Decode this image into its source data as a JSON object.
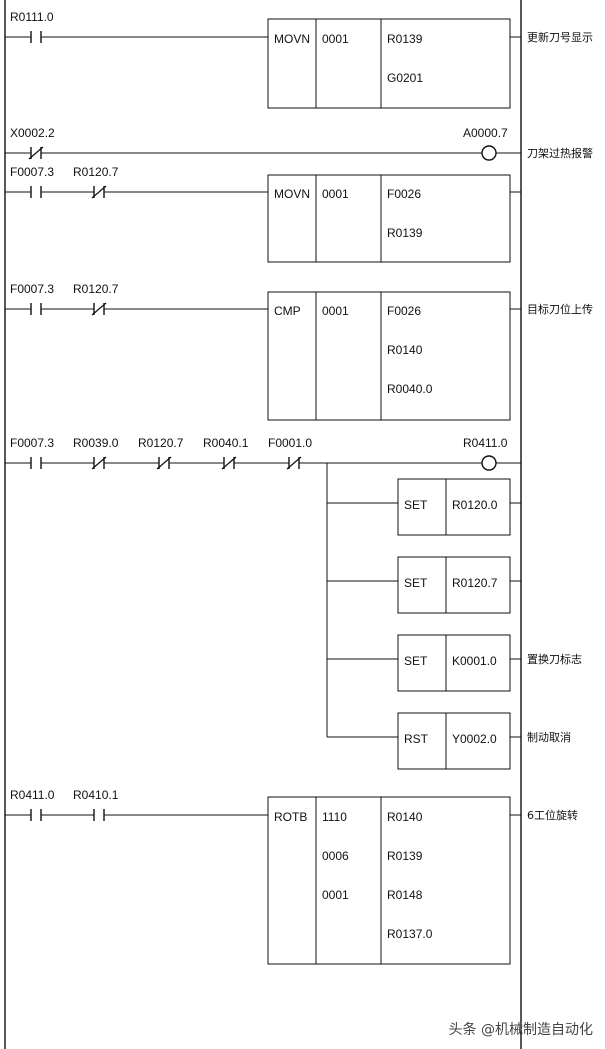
{
  "rungs": [
    {
      "contacts": [
        {
          "label": "R0111.0",
          "type": "NO"
        }
      ],
      "block": {
        "cols": [
          [
            "MOVN"
          ],
          [
            "0001"
          ],
          [
            "R0139",
            "G0201"
          ]
        ]
      },
      "comment": "更新刀号显示"
    },
    {
      "contacts": [
        {
          "label": "X0002.2",
          "type": "NC"
        }
      ],
      "coil": {
        "label": "A0000.7"
      },
      "comment": "刀架过热报警"
    },
    {
      "contacts": [
        {
          "label": "F0007.3",
          "type": "NO"
        },
        {
          "label": "R0120.7",
          "type": "NC"
        }
      ],
      "block": {
        "cols": [
          [
            "MOVN"
          ],
          [
            "0001"
          ],
          [
            "F0026",
            "R0139"
          ]
        ]
      },
      "comment": ""
    },
    {
      "contacts": [
        {
          "label": "F0007.3",
          "type": "NO"
        },
        {
          "label": "R0120.7",
          "type": "NC"
        }
      ],
      "block": {
        "cols": [
          [
            "CMP"
          ],
          [
            "0001"
          ],
          [
            "F0026",
            "R0140",
            "R0040.0"
          ]
        ]
      },
      "comment": "目标刀位上传"
    },
    {
      "contacts": [
        {
          "label": "F0007.3",
          "type": "NO"
        },
        {
          "label": "R0039.0",
          "type": "NC"
        },
        {
          "label": "R0120.7",
          "type": "NC"
        },
        {
          "label": "R0040.1",
          "type": "NC"
        },
        {
          "label": "F0001.0",
          "type": "NC"
        }
      ],
      "coil": {
        "label": "R0411.0"
      },
      "comment": "",
      "branches": [
        {
          "op": "SET",
          "addr": "R0120.0",
          "comment": ""
        },
        {
          "op": "SET",
          "addr": "R0120.7",
          "comment": ""
        },
        {
          "op": "SET",
          "addr": "K0001.0",
          "comment": "置换刀标志"
        },
        {
          "op": "RST",
          "addr": "Y0002.0",
          "comment": "制动取消"
        }
      ]
    },
    {
      "contacts": [
        {
          "label": "R0411.0",
          "type": "NO"
        },
        {
          "label": "R0410.1",
          "type": "NO"
        }
      ],
      "block": {
        "cols": [
          [
            "ROTB"
          ],
          [
            "1110",
            "0006",
            "0001"
          ],
          [
            "R0140",
            "R0139",
            "R0148",
            "R0137.0"
          ]
        ]
      },
      "comment": "6工位旋转"
    }
  ],
  "watermark": "头条 @机械制造自动化"
}
